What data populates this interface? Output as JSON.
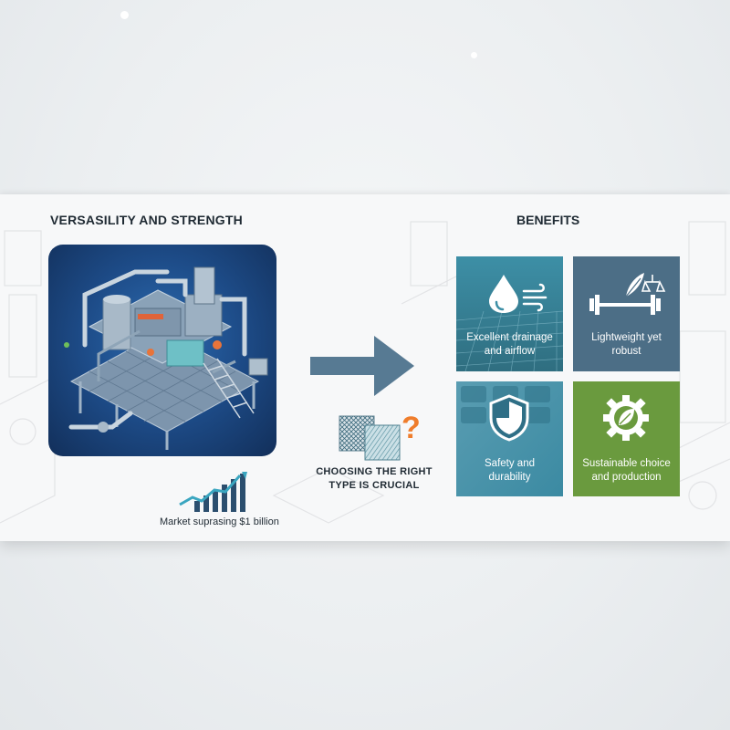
{
  "left": {
    "title": "VERSASILITY AND STRENGTH",
    "market_text": "Market suprasing $1 billion"
  },
  "center": {
    "choose_line1": "CHOOSING THE RIGHT",
    "choose_line2": "TYPE IS CRUCIAL"
  },
  "benefits": {
    "title": "BENEFITS",
    "cards": [
      {
        "line1": "Excellent drainage",
        "line2": "and airflow",
        "icon": "water-drop-wind-icon",
        "color": "#3d8fa6"
      },
      {
        "line1": "Lightweight yet",
        "line2": "robust",
        "icon": "feather-dumbbell-scale-icon",
        "color": "#4c6e86"
      },
      {
        "line1": "Safety and",
        "line2": "durability",
        "icon": "shield-icon",
        "color": "#3e8fa8"
      },
      {
        "line1": "Sustainable choice",
        "line2": "and production",
        "icon": "gear-leaf-icon",
        "color": "#6a9a3e"
      }
    ]
  }
}
